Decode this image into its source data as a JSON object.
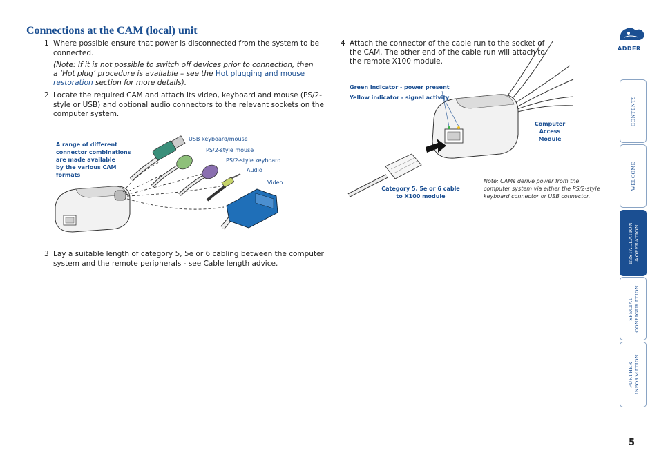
{
  "heading": "Connections at the CAM (local) unit",
  "steps": {
    "s1_num": "1",
    "s1_line1": "Where possible ensure that power is disconnected from the system to be",
    "s1_line2": "connected.",
    "s1_note_line1": "(Note: If it is not possible to switch off devices prior to connection, then",
    "s1_note_line2_pre": "a ‘Hot plug’ procedure is available – see the",
    "s1_link_part1": "Hot plugging and mouse",
    "s1_link_part2": "restoration",
    "s1_note_line3_post": "section for more details).",
    "s2_num": "2",
    "s2_line1": "Locate the required CAM and attach its video, keyboard and mouse (PS/2-",
    "s2_line2": "style or USB) and optional audio connectors to the relevant sockets on the",
    "s2_line3": "computer system.",
    "s3_num": "3",
    "s3_line1": "Lay a suitable length of category 5, 5e or 6 cabling between the computer",
    "s3_line2": "system and the remote peripherals - see Cable length advice.",
    "s4_num": "4",
    "s4_line1": "Attach the connector of the cable run to the socket of",
    "s4_line2": "the CAM. The other end of the cable run will attach to",
    "s4_line3": "the remote X100 module."
  },
  "left_figure": {
    "range_label_1": "A range of different",
    "range_label_2": "connector combinations",
    "range_label_3": "are made available",
    "range_label_4": "by the various CAM",
    "range_label_5": "formats",
    "usb": "USB keyboard/mouse",
    "ps2_mouse": "PS/2-style mouse",
    "ps2_keyboard": "PS/2-style keyboard",
    "audio": "Audio",
    "video": "Video"
  },
  "right_figure": {
    "green_indicator": "Green indicator - power present",
    "yellow_indicator": "Yellow indicator - signal activity",
    "cam_label_1": "Computer",
    "cam_label_2": "Access",
    "cam_label_3": "Module",
    "cable_label_1": "Category 5, 5e or 6 cable",
    "cable_label_2": "to X100 module",
    "note_1": "Note: CAMs derive power from the",
    "note_2": "computer system via either the PS/2-style",
    "note_3": "keyboard connector or USB connector."
  },
  "logo_text": "ADDER",
  "nav_tabs": {
    "contents": "CONTENTS",
    "welcome": "WELCOME",
    "installation_1": "INSTALLATION",
    "installation_2": "&OPERATION",
    "special_1": "SPECIAL",
    "special_2": "CONFIGURATION",
    "further_1": "FURTHER",
    "further_2": "INFORMATION"
  },
  "page_number": "5",
  "colors": {
    "brand_blue": "#1b4f92",
    "connector_blue": "#1f6fb8",
    "connector_green": "#3a8f7a",
    "ps2_green": "#8ec07a",
    "ps2_purple": "#8a6fb0"
  }
}
